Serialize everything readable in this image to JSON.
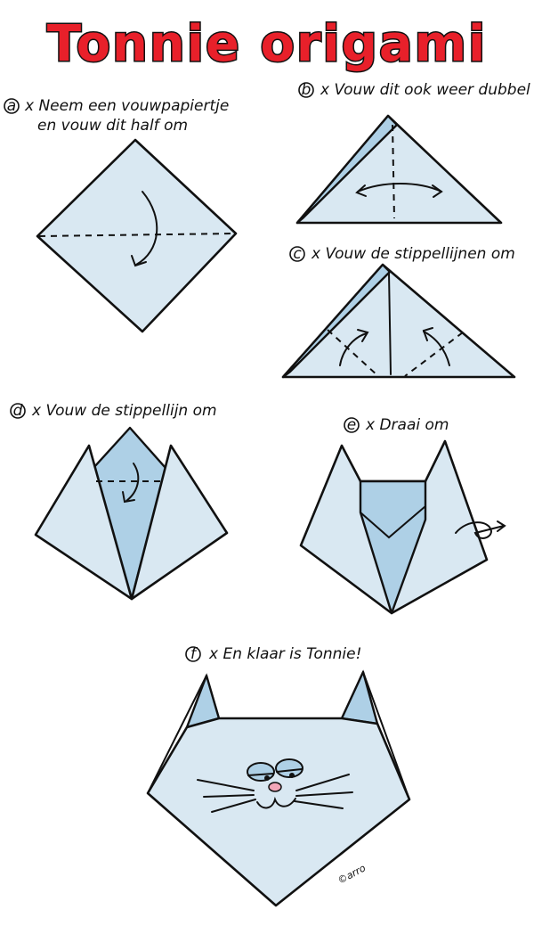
{
  "title": "Tonnie origami",
  "steps": {
    "a": {
      "marker": "a",
      "line1": "x Neem een vouwpapiertje",
      "line2": "en vouw dit half om"
    },
    "b": {
      "marker": "b",
      "line1": "x Vouw dit ook weer dubbel"
    },
    "c": {
      "marker": "c",
      "line1": "x Vouw de stippellijnen om"
    },
    "d": {
      "marker": "d",
      "line1": "x Vouw de stippellijn om"
    },
    "e": {
      "marker": "e",
      "line1": "x Draai om"
    },
    "f": {
      "marker": "f",
      "line1": "x En klaar is Tonnie!"
    }
  },
  "signature": "©arro",
  "colors": {
    "title": "#e8202a",
    "paper_light": "#d9e8f2",
    "paper_dark": "#aed0e6",
    "nose": "#f2a6b8"
  }
}
